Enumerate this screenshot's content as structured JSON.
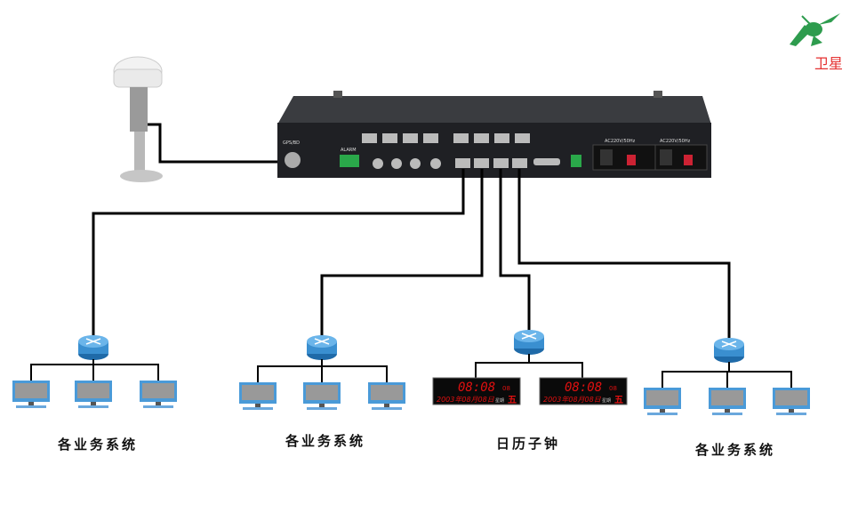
{
  "logo": {
    "text": "卫星",
    "color": "#2e9c4e"
  },
  "device": {
    "antenna_port_label": "GPS/BD",
    "alarm_label": "ALARM",
    "power_labels": [
      "AC220V/50Hz",
      "AC220V/50Hz"
    ]
  },
  "groups": [
    {
      "label": "各业务系统",
      "type": "computers"
    },
    {
      "label": "各业务系统",
      "type": "computers"
    },
    {
      "label": "日历子钟",
      "type": "clocks"
    },
    {
      "label": "各业务系统",
      "type": "computers"
    }
  ],
  "clock": {
    "time": "08:08",
    "seconds": "08",
    "year": "2003",
    "month": "08",
    "day": "08",
    "y_char": "年",
    "m_char": "月",
    "d_char": "日",
    "week_prefix": "星期",
    "weekday": "五"
  },
  "colors": {
    "line": "#000000",
    "router": "#3a8fd0",
    "clock_digits": "#e01010",
    "monitor": "#4a9ad8"
  }
}
